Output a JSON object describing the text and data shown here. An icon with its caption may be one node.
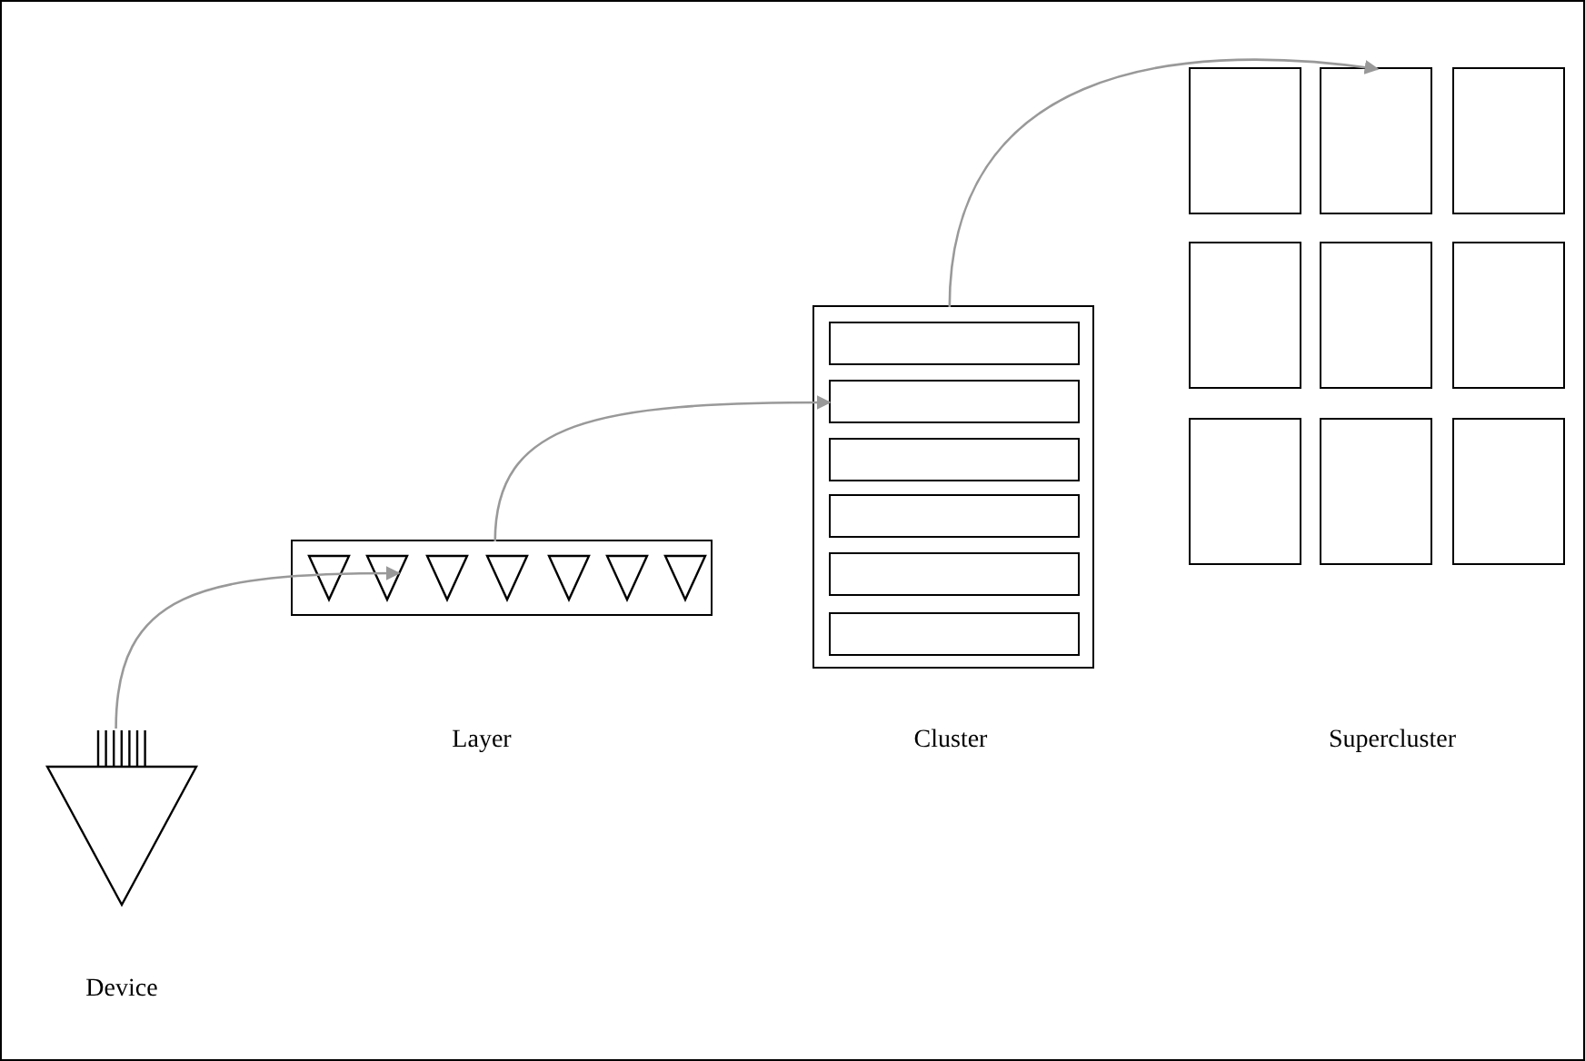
{
  "diagram": {
    "nodes": [
      {
        "text": [],
        "shape": "triangle",
        "beside": [
          "Device"
        ]
      },
      {
        "text": [],
        "shape": "box"
      },
      {
        "text": [],
        "shape": "triangle",
        "in": 1
      },
      {
        "text": [],
        "shape": "triangle",
        "in": 1
      },
      {
        "text": [],
        "shape": "triangle",
        "in": 1
      },
      {
        "text": [],
        "shape": "triangle",
        "in": 1
      },
      {
        "text": [],
        "shape": "triangle",
        "in": 1
      },
      {
        "text": [],
        "shape": "triangle",
        "in": 1
      },
      {
        "text": [],
        "shape": "triangle",
        "in": 1
      },
      {
        "text": [],
        "shape": "box"
      },
      {
        "text": [],
        "shape": "box",
        "in": 9
      },
      {
        "text": [],
        "shape": "box",
        "in": 9
      },
      {
        "text": [],
        "shape": "box",
        "in": 9
      },
      {
        "text": [],
        "shape": "box",
        "in": 9
      },
      {
        "text": [],
        "shape": "box",
        "in": 9
      },
      {
        "text": [],
        "shape": "box",
        "in": 9
      },
      {
        "text": [],
        "shape": "box"
      },
      {
        "text": [],
        "shape": "box"
      },
      {
        "text": [],
        "shape": "box"
      },
      {
        "text": [],
        "shape": "box"
      },
      {
        "text": [],
        "shape": "box"
      },
      {
        "text": [],
        "shape": "box"
      },
      {
        "text": [],
        "shape": "box"
      },
      {
        "text": [],
        "shape": "box"
      },
      {
        "text": [],
        "shape": "box"
      }
    ],
    "edges": [
      {
        "from": 0,
        "to": 3,
        "arrow": "to"
      },
      {
        "from": 1,
        "to": 11,
        "arrow": "to"
      },
      {
        "from": 9,
        "to": 17,
        "arrow": "to"
      }
    ],
    "labels": [
      "Layer",
      "Cluster",
      "Supercluster"
    ]
  }
}
